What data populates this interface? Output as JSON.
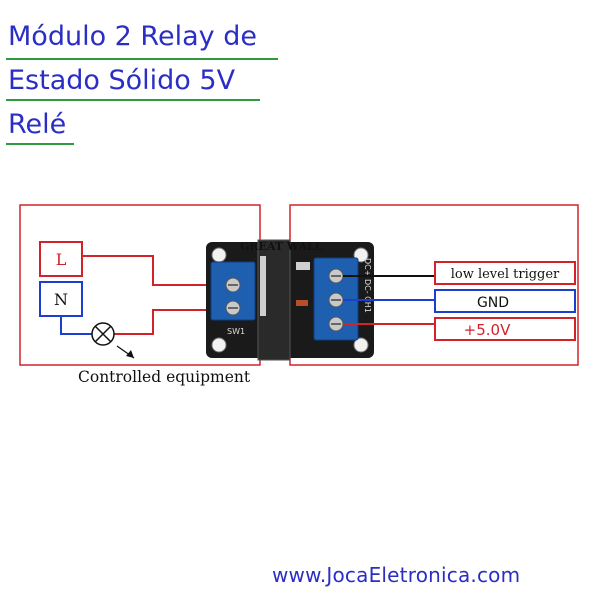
{
  "title": {
    "line1": "Módulo 2 Relay de",
    "line2": "Estado Sólido 5V",
    "line3": "Relé"
  },
  "diagram": {
    "live_label": "L",
    "neutral_label": "N",
    "controlled_label": "Controlled equipment",
    "board_brand": "GREAT WALL",
    "pin_labels": {
      "trigger": "low level trigger",
      "ground": "GND",
      "vcc": "+5.0V"
    },
    "silk_left": "SW1",
    "silk_right": "DC+ DC- CH1"
  },
  "colors": {
    "title_text": "#2b2ec4",
    "title_underline": "#2f9a3e",
    "wire_red": "#d2232a",
    "wire_blue": "#1d3fd1",
    "wire_black": "#111111",
    "terminal_blue": "#1f5fb0"
  },
  "footer": {
    "website": "www.JocaEletronica.com"
  }
}
